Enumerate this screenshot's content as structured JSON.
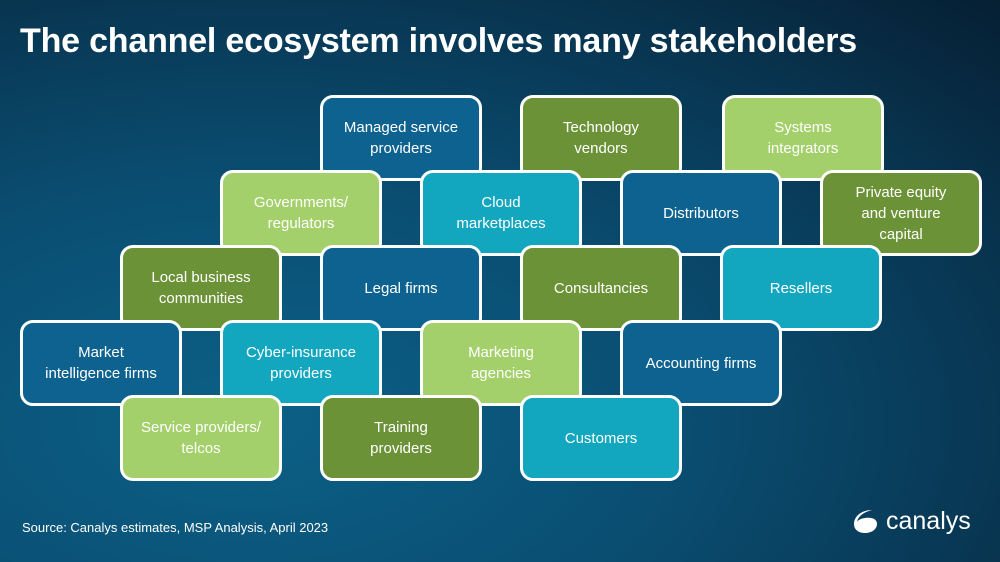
{
  "title": "The channel ecosystem involves many stakeholders",
  "stakeholders": [
    {
      "label": "Managed service\nproviders",
      "color": "dblue"
    },
    {
      "label": "Technology\nvendors",
      "color": "dgreen"
    },
    {
      "label": "Systems\nintegrators",
      "color": "lgreen"
    },
    {
      "label": "Governments/\nregulators",
      "color": "lgreen"
    },
    {
      "label": "Cloud\nmarketplaces",
      "color": "cyan"
    },
    {
      "label": "Distributors",
      "color": "dblue"
    },
    {
      "label": "Private equity\nand venture\ncapital",
      "color": "dgreen"
    },
    {
      "label": "Local business\ncommunities",
      "color": "dgreen"
    },
    {
      "label": "Legal firms",
      "color": "dblue"
    },
    {
      "label": "Consultancies",
      "color": "dgreen"
    },
    {
      "label": "Resellers",
      "color": "cyan"
    },
    {
      "label": "Market\nintelligence firms",
      "color": "dblue"
    },
    {
      "label": "Cyber-insurance\nproviders",
      "color": "cyan"
    },
    {
      "label": "Marketing\nagencies",
      "color": "lgreen"
    },
    {
      "label": "Accounting firms",
      "color": "dblue"
    },
    {
      "label": "Service providers/\ntelcos",
      "color": "lgreen"
    },
    {
      "label": "Training\nproviders",
      "color": "dgreen"
    },
    {
      "label": "Customers",
      "color": "cyan"
    }
  ],
  "colors": {
    "dblue": "#0d6290",
    "cyan": "#12a6bf",
    "dgreen": "#6c9237",
    "lgreen": "#a3d06a"
  },
  "source": "Source: Canalys estimates, MSP Analysis, April 2023",
  "logo": "canalys"
}
